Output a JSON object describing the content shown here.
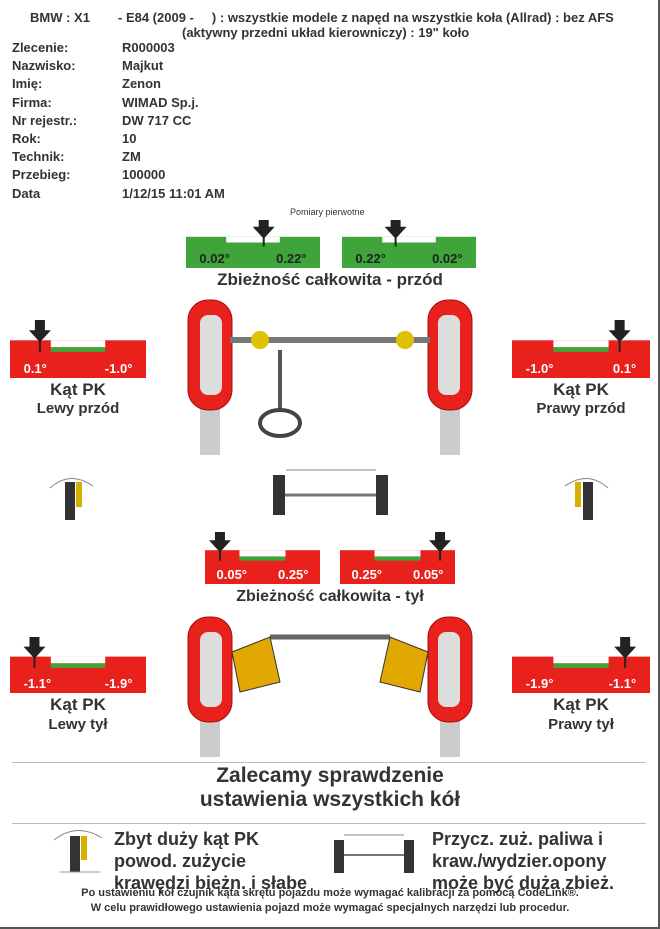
{
  "header": {
    "line1_left": "BMW : X1",
    "line1_right": "- E84 (2009 -     ) : wszystkie modele z napęd na wszystkie koła (Allrad) : bez AFS",
    "line2": "(aktywny przedni układ kierowniczy) : 19\" koło"
  },
  "info": [
    {
      "label": "Zlecenie:",
      "value": "R000003"
    },
    {
      "label": "Nazwisko:",
      "value": "Majkut"
    },
    {
      "label": "Imię:",
      "value": "Zenon"
    },
    {
      "label": "Firma:",
      "value": "WIMAD Sp.j."
    },
    {
      "label": "Nr rejestr.:",
      "value": "DW 717 CC"
    },
    {
      "label": "Rok:",
      "value": "10"
    },
    {
      "label": "Technik:",
      "value": "ZM"
    },
    {
      "label": "Przebieg:",
      "value": "100000"
    },
    {
      "label": "Data",
      "value": "1/12/15 11:01 AM"
    }
  ],
  "front": {
    "caption": "Pomiary pierwotne",
    "toe_title": "Zbieżność całkowita - przód",
    "toe_left": {
      "values": [
        "0.02°",
        "0.22°"
      ],
      "status": "ok",
      "indicator": 0.58
    },
    "toe_right": {
      "values": [
        "0.22°",
        "0.02°"
      ],
      "status": "ok",
      "indicator": 0.4
    },
    "camber_left": {
      "values": [
        "0.1°",
        "-1.0°"
      ],
      "status": "out",
      "indicator": 0.22,
      "title": "Kąt PK",
      "subtitle": "Lewy przód"
    },
    "camber_right": {
      "values": [
        "-1.0°",
        "0.1°"
      ],
      "status": "out",
      "indicator": 0.78,
      "title": "Kąt PK",
      "subtitle": "Prawy przód"
    }
  },
  "rear": {
    "toe_title": "Zbieżność całkowita - tył",
    "toe_left": {
      "values": [
        "0.05°",
        "0.25°"
      ],
      "status": "out",
      "indicator": 0.13
    },
    "toe_right": {
      "values": [
        "0.25°",
        "0.05°"
      ],
      "status": "out",
      "indicator": 0.87
    },
    "camber_left": {
      "values": [
        "-1.1°",
        "-1.9°"
      ],
      "status": "out",
      "indicator": 0.18,
      "title": "Kąt PK",
      "subtitle": "Lewy tył"
    },
    "camber_right": {
      "values": [
        "-1.9°",
        "-1.1°"
      ],
      "status": "out",
      "indicator": 0.82,
      "title": "Kąt PK",
      "subtitle": "Prawy tył"
    }
  },
  "recommendation": {
    "line1": "Zalecamy sprawdzenie",
    "line2": "ustawienia wszystkich kół"
  },
  "tips": {
    "camber": [
      "Zbyt duży kąt PK",
      "powod. zużycie",
      "krawędzi bieżn. i słabe"
    ],
    "toe": [
      "Przycz. zuż. paliwa i",
      "kraw./wydzier.opony",
      "może być duża zbież."
    ]
  },
  "footer": {
    "line1": "Po ustawieniu kół czujnik kąta skrętu pojazdu może wymagać kalibracji za pomocą CodeLink®.",
    "line2": "W celu prawidłowego ustawienia pojazd może wymagać specjalnych narzędzi lub procedur."
  },
  "colors": {
    "ok": "#3fa53a",
    "out": "#e8211c",
    "tolerance": "#3fa53a"
  }
}
